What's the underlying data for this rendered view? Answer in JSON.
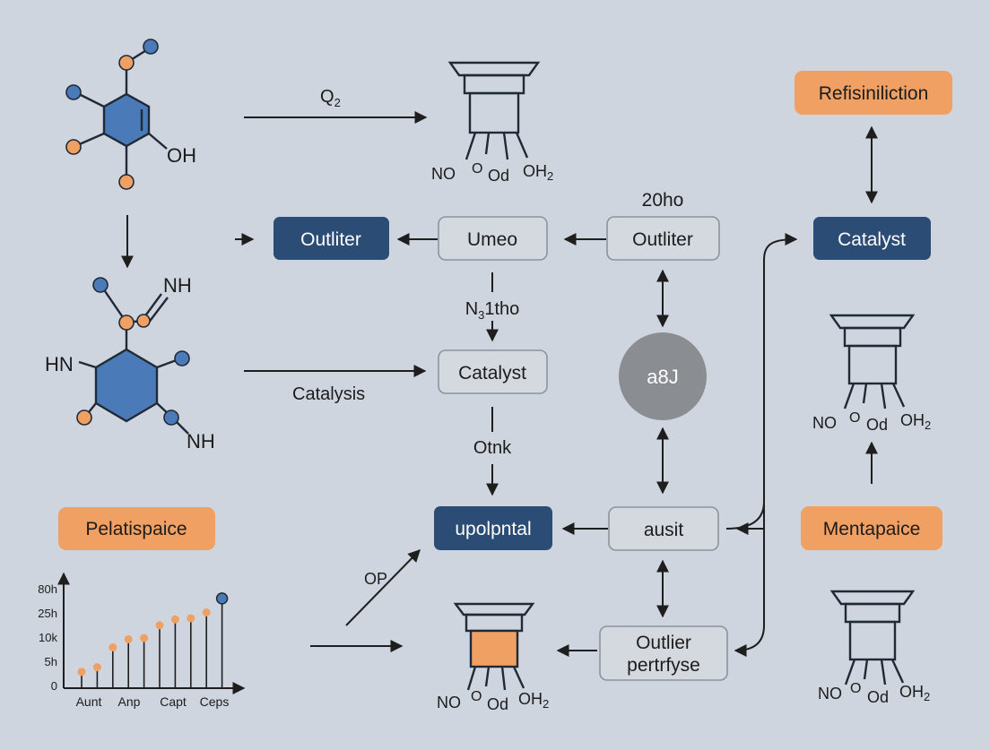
{
  "molecule_top": {
    "label_oh": "OH"
  },
  "molecule_mid": {
    "label_nh_top": "NH",
    "label_hn": "HN",
    "label_nh_bottom": "NH"
  },
  "labels": {
    "o2": "Q",
    "o2_sub": "2",
    "catalysis": "Catalysis",
    "n3_main": "N",
    "n3_sub": "3",
    "n3_rest": "1tho",
    "otnk": "Otnk",
    "20ho": "20ho",
    "op": "OP"
  },
  "boxes": {
    "outliter_dark": "Outliter",
    "umeo": "Umeo",
    "outliter_light": "Outliter",
    "catalyst_light": "Catalyst",
    "catalyst_dark": "Catalyst",
    "upolpntal": "upolpntal",
    "ausit": "ausit",
    "outlier_line1": "Outlier",
    "outlier_line2": "pertrfyse",
    "refisiniliction": "Refisiniliction",
    "pelatispaice": "Pelatispaice",
    "mentapaice": "Mentapaice",
    "circle": "a8J"
  },
  "reactor_label": {
    "no": "NO",
    "o": "O",
    "od": "Od",
    "oh2": "OH",
    "oh2_sub": "2"
  },
  "chart_data": {
    "type": "bar",
    "categories": [
      "Aunt",
      "Anp",
      "Capt",
      "Ceps"
    ],
    "yticks": [
      "80h",
      "25h",
      "10k",
      "5h",
      "0"
    ],
    "values": [
      0.14,
      0.18,
      0.35,
      0.42,
      0.43,
      0.54,
      0.59,
      0.6,
      0.65,
      0.77
    ]
  },
  "colors": {
    "dark_box": "#2b4c75",
    "orange": "#f0a062",
    "blue_node": "#4a7ab8",
    "background": "#cfd5de"
  }
}
